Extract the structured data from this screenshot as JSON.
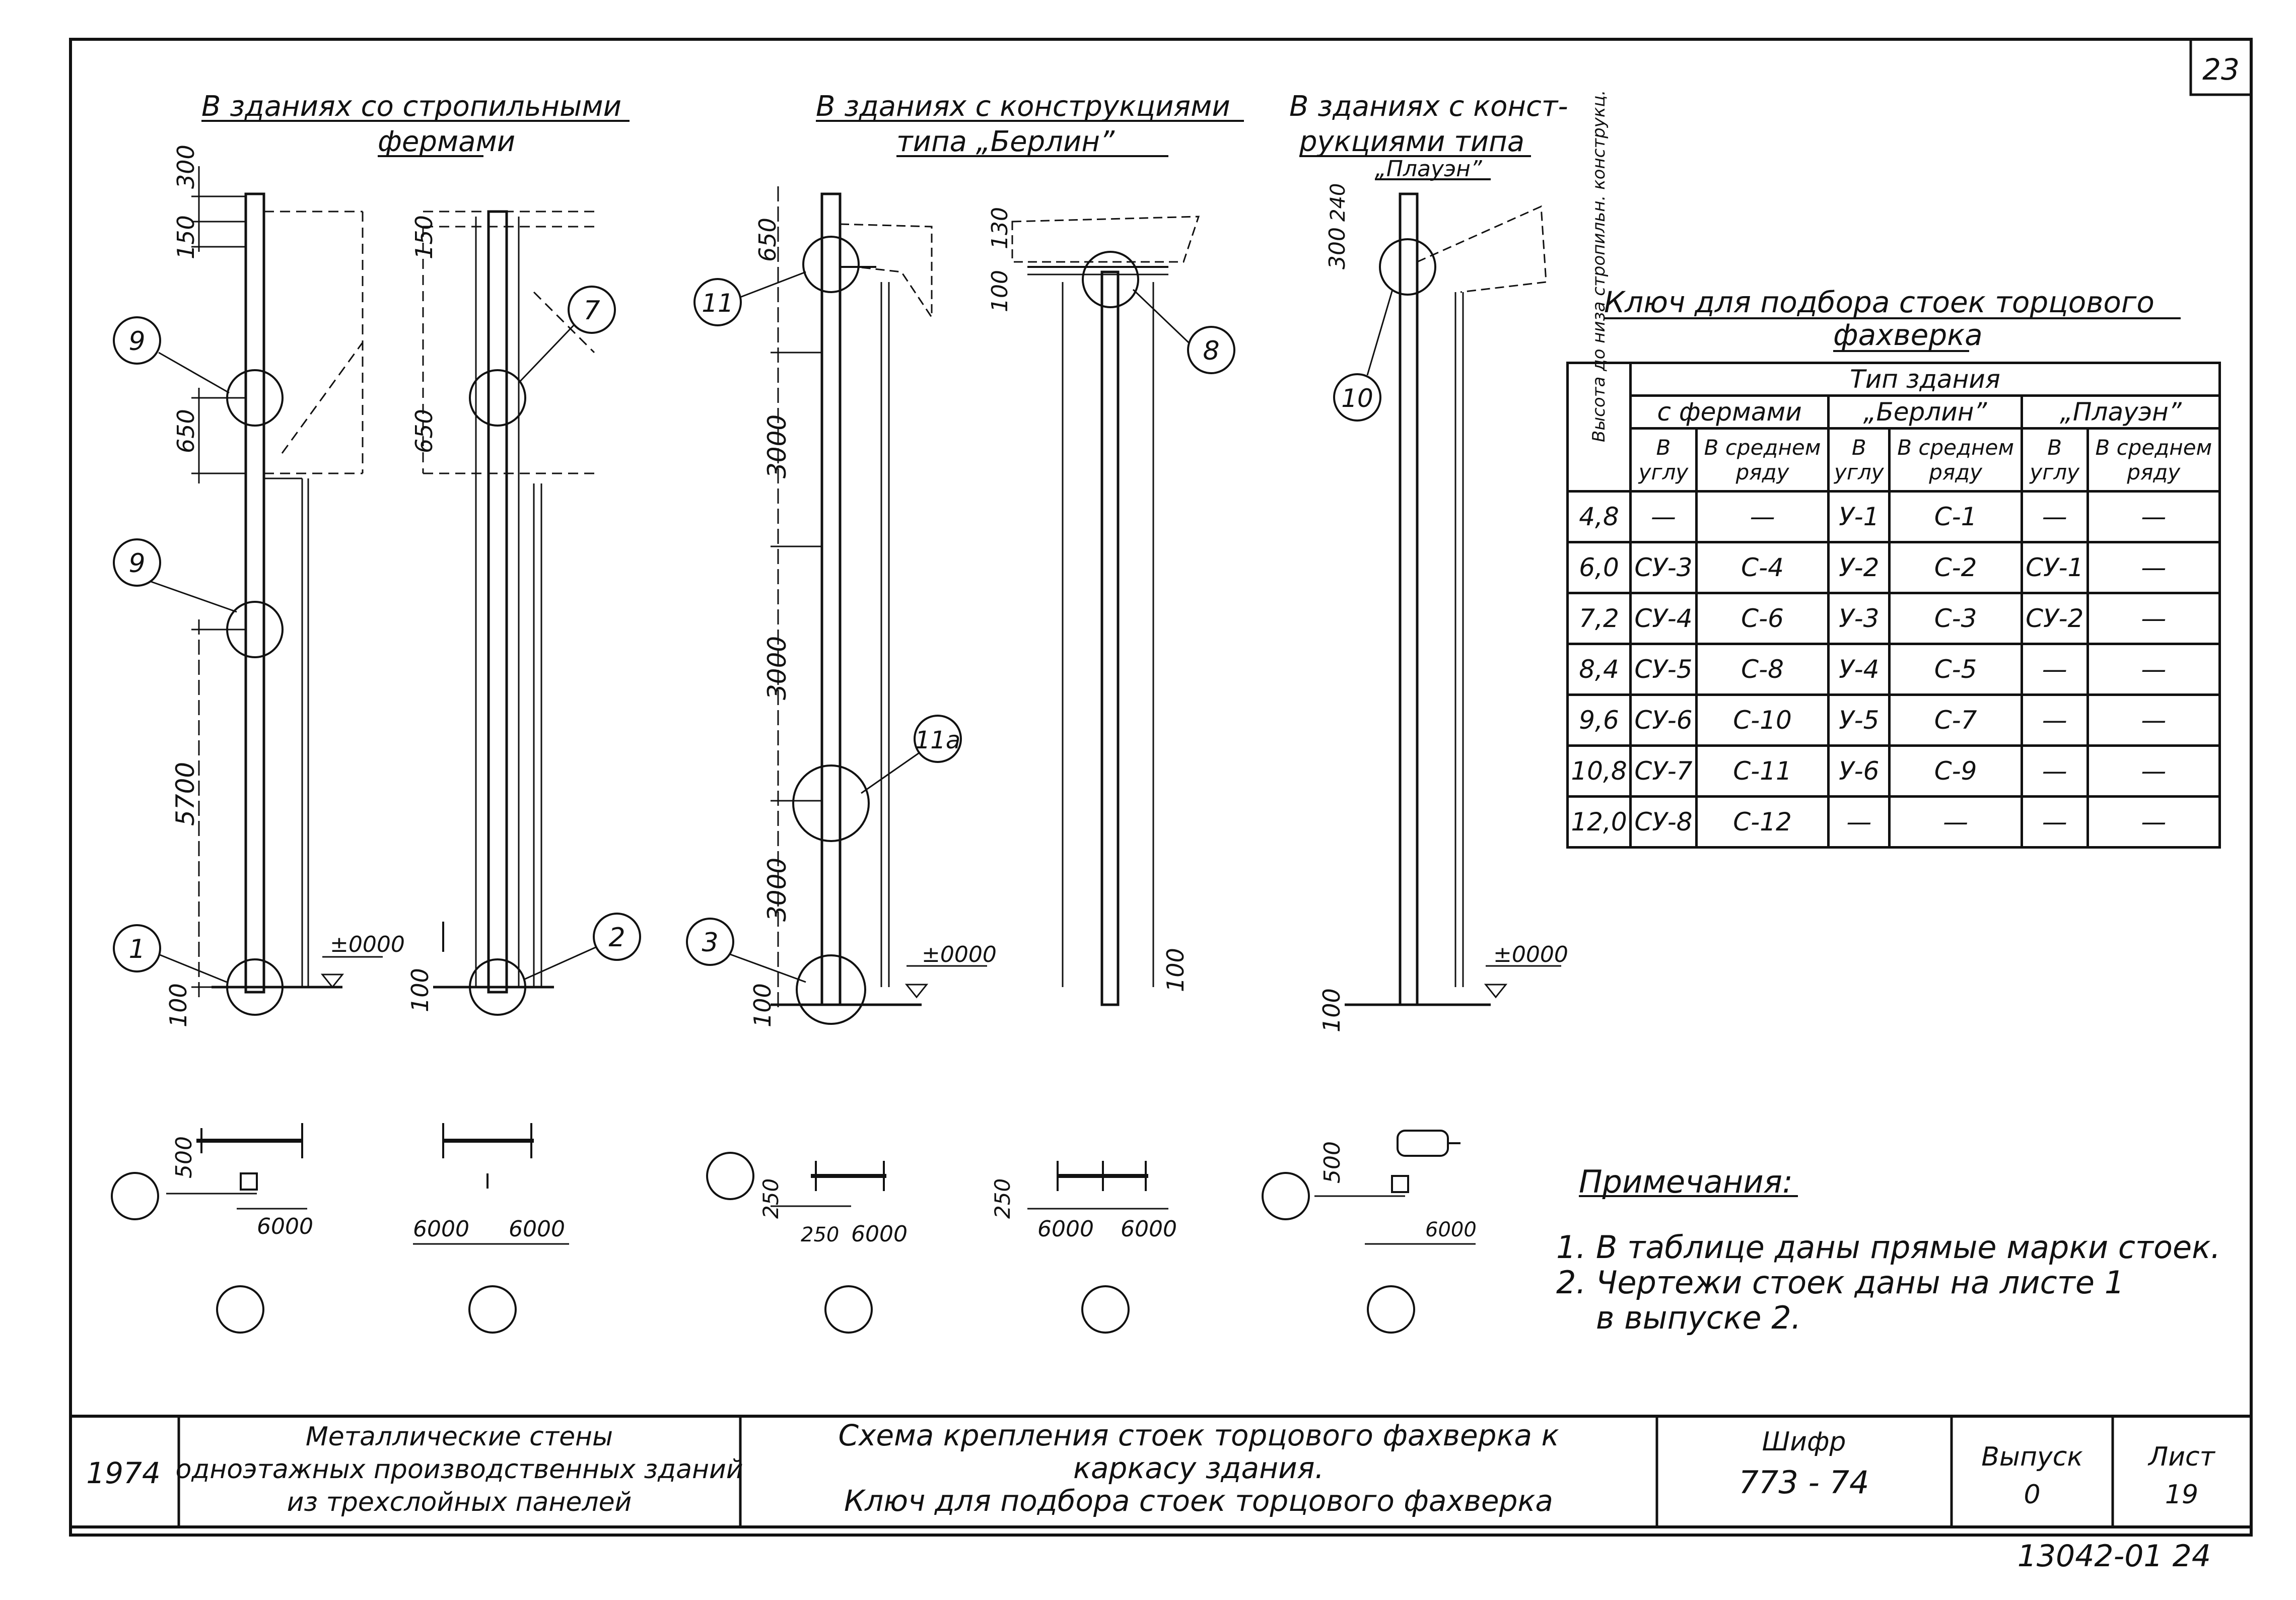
{
  "sheet_number": "23",
  "section_titles": {
    "trusses": [
      "В зданиях со стропильными",
      "фермами"
    ],
    "berlin": [
      "В зданиях с конструкциями",
      "типа „Берлин”"
    ],
    "plauen": [
      "В зданиях с конст-",
      "рукциями типа",
      "„Плауэн”"
    ]
  },
  "callouts": {
    "c9a": "9",
    "c7": "7",
    "c9b": "9",
    "c1": "1",
    "c2": "2",
    "c11": "11",
    "c8": "8",
    "c11a": "11а",
    "c3": "3",
    "c10": "10"
  },
  "dimensions": {
    "d300": "300",
    "d150a": "150",
    "d150b": "150",
    "d650a": "650",
    "d650b": "650",
    "d5700": "5700",
    "d100a": "100",
    "d100b": "100",
    "level_a": "±0000",
    "d650c": "650",
    "d100c": "100",
    "d130": "130",
    "d3000a": "3000",
    "d3000b": "3000",
    "d3000c": "3000",
    "d100d": "100",
    "level_b": "±0000",
    "d100e": "100",
    "d300b": "300",
    "d240": "240",
    "d100f": "100",
    "level_c": "±0000"
  },
  "plan_dims": {
    "p500a": "500",
    "p6000a": "6000",
    "p6000b": "6000",
    "p6000c": "6000",
    "p250a": "250",
    "p250b": "250",
    "p6000d": "6000",
    "p250c": "250",
    "p6000e": "6000",
    "p6000f": "6000",
    "p500b": "500",
    "p6000g": "6000"
  },
  "table": {
    "title_line1": "Ключ для подбора стоек торцового",
    "title_line2": "фахверка",
    "group_header": "Тип здания",
    "row_header": "Высота до низа стропильн. конструкц.",
    "types": [
      "с фермами",
      "„Берлин”",
      "„Плауэн”"
    ],
    "subcols": [
      "В углу",
      "В среднем ряду",
      "В углу",
      "В среднем ряду",
      "В углу",
      "В среднем ряду"
    ],
    "rows": [
      [
        "4,8",
        "—",
        "—",
        "У-1",
        "С-1",
        "—",
        "—"
      ],
      [
        "6,0",
        "СУ-3",
        "С-4",
        "У-2",
        "С-2",
        "СУ-1",
        "—"
      ],
      [
        "7,2",
        "СУ-4",
        "С-6",
        "У-3",
        "С-3",
        "СУ-2",
        "—"
      ],
      [
        "8,4",
        "СУ-5",
        "С-8",
        "У-4",
        "С-5",
        "—",
        "—"
      ],
      [
        "9,6",
        "СУ-6",
        "С-10",
        "У-5",
        "С-7",
        "—",
        "—"
      ],
      [
        "10,8",
        "СУ-7",
        "С-11",
        "У-6",
        "С-9",
        "—",
        "—"
      ],
      [
        "12,0",
        "СУ-8",
        "С-12",
        "—",
        "—",
        "—",
        "—"
      ]
    ]
  },
  "notes": {
    "title": "Примечания:",
    "items": [
      "1. В таблице даны прямые марки стоек.",
      "2. Чертежи стоек даны на листе  1",
      "    в выпуске 2."
    ]
  },
  "title_block": {
    "year": "1974",
    "series": [
      "Металлические стены",
      "одноэтажных производственных зданий",
      "из трехслойных панелей"
    ],
    "title": [
      "Схема крепления стоек торцового фахверка к",
      "каркасу здания.",
      "Ключ для подбора стоек торцового фахверка"
    ],
    "code_label": "Шифр",
    "code_value": "773 - 74",
    "issue_label": "Выпуск",
    "issue_value": "0",
    "sheet_label": "Лист",
    "sheet_value": "19"
  },
  "bottom_code": "13042-01   24"
}
